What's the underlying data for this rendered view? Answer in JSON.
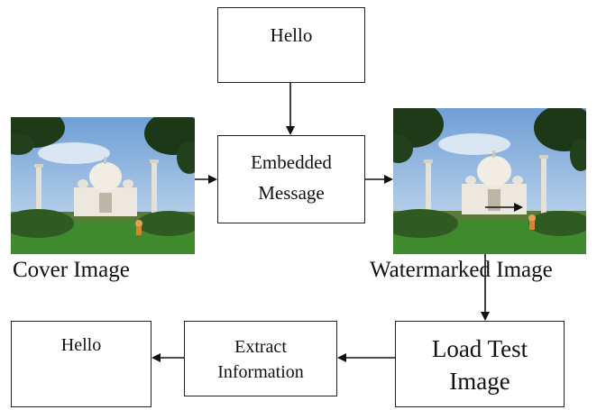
{
  "boxes": {
    "hello_top": "Hello",
    "embedded_message": [
      "Embedded",
      "Message"
    ],
    "hello_bottom": "Hello",
    "extract_information": [
      "Extract",
      "Information"
    ],
    "load_test_image": [
      "Load Test",
      "Image"
    ]
  },
  "captions": {
    "cover_image": "Cover Image",
    "watermarked_image": "Watermarked Image"
  },
  "images": {
    "cover_image": "taj-mahal-photo",
    "watermarked_image": "taj-mahal-photo-with-watermark"
  }
}
